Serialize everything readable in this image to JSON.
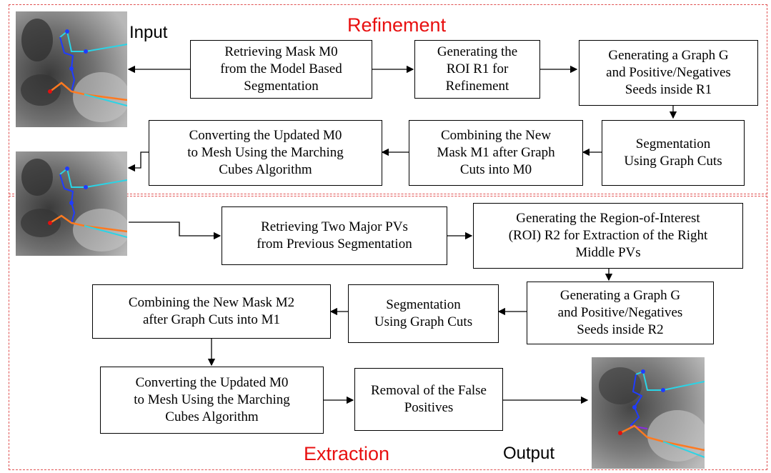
{
  "titles": {
    "refinement": "Refinement",
    "extraction": "Extraction",
    "input": "Input",
    "output": "Output"
  },
  "colors": {
    "title_red": "#e81010",
    "frame_red": "#e05050",
    "vessel_cyan": "#2ad4e6",
    "vessel_blue": "#1f3cff",
    "vessel_orange": "#ff7a20"
  },
  "boxes": {
    "r1": "Retrieving Mask M0\nfrom the Model Based\nSegmentation",
    "r2": "Generating the\nROI R1 for\nRefinement",
    "r3": "Generating a Graph G\nand Positive/Negatives\nSeeds inside R1",
    "r4": "Segmentation\nUsing Graph Cuts",
    "r5": "Combining the New\nMask M1 after Graph\nCuts into M0",
    "r6": "Converting the Updated M0\nto Mesh Using the Marching\nCubes Algorithm",
    "e1": "Retrieving Two Major PVs\nfrom Previous Segmentation",
    "e2": "Generating the Region-of-Interest\n(ROI) R2 for Extraction of the Right\nMiddle PVs",
    "e3": "Generating a Graph G\nand Positive/Negatives\nSeeds inside R2",
    "e4": "Segmentation\nUsing Graph Cuts",
    "e5": "Combining the New Mask M2\nafter Graph Cuts into M1",
    "e6": "Converting the Updated M0\nto Mesh Using the Marching\nCubes Algorithm",
    "e7": "Removal of the False\nPositives"
  },
  "images": {
    "input": "input-ct-slice",
    "intermediate": "intermediate-ct-slice",
    "output": "output-ct-slice"
  }
}
